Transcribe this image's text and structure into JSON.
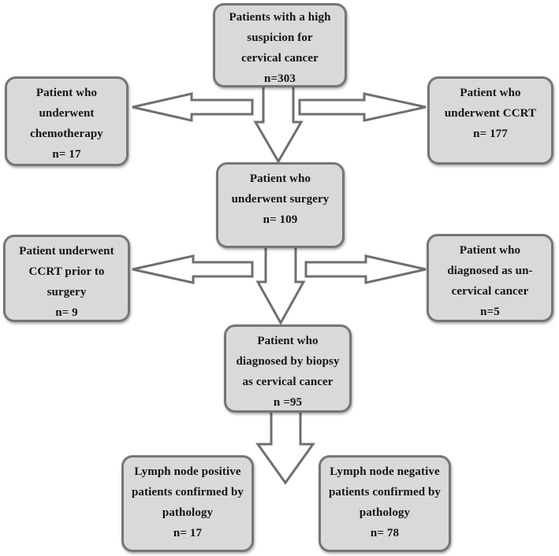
{
  "figure": {
    "type": "flowchart",
    "description": "Patient selection flow diagram for cervical cancer study"
  },
  "colors": {
    "background": "#ffffff",
    "box_fill": "#d9d9d9",
    "box_border": "#767676",
    "arrow_fill": "#ffffff",
    "arrow_stroke": "#6f6f6f",
    "text": "#141414"
  },
  "nodes": {
    "suspicion": {
      "text": "Patients with a high\nsuspicion for\ncervical cancer\nn=303"
    },
    "chemotherapy": {
      "text": "Patient who\nunderwent\nchemotherapy\nn= 17"
    },
    "ccrt": {
      "text": "Patient who\nunderwent CCRT\nn= 177"
    },
    "surgery": {
      "text": "Patient who\nunderwent surgery\nn= 109"
    },
    "ccrt_prior": {
      "text": "Patient underwent\nCCRT prior to\nsurgery\nn= 9"
    },
    "non_cervical": {
      "text": "Patient who\ndiagnosed as un-\ncervical cancer\nn=5"
    },
    "biopsy": {
      "text": "Patient who\ndiagnosed by biopsy\nas cervical cancer\nn =95"
    },
    "ln_positive": {
      "text": "Lymph node positive\npatients confirmed by\npathology\nn= 17"
    },
    "ln_negative": {
      "text": "Lymph node negative\npatients confirmed by\npathology\nn= 78"
    }
  }
}
